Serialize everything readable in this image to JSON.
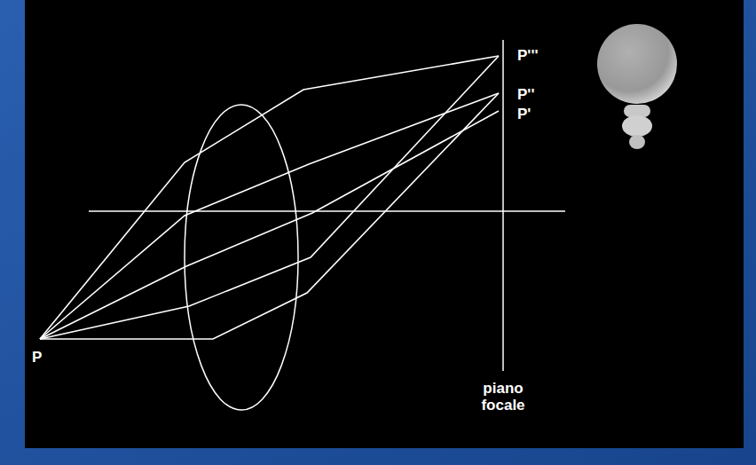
{
  "diagram": {
    "labels": [
      "P'''",
      "P''",
      "P'",
      "P",
      "piano focale"
    ]
  }
}
